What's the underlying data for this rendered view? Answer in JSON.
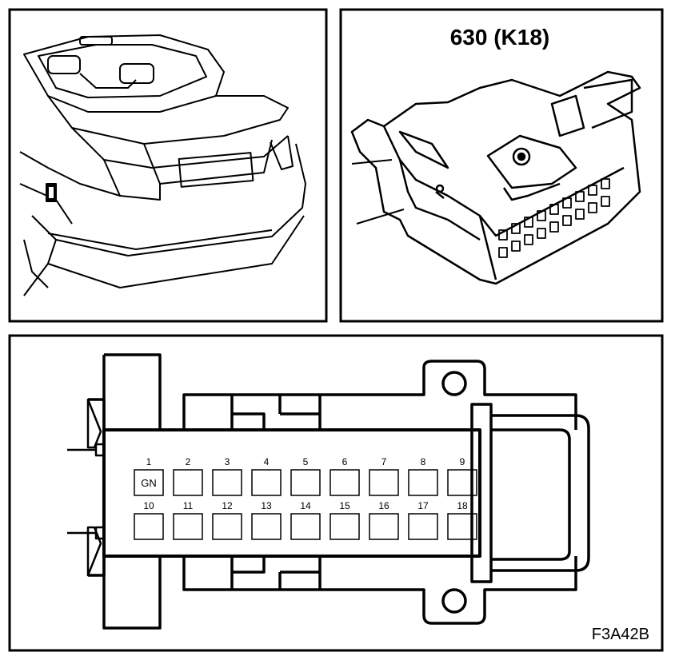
{
  "connector": {
    "title": "630 (K18)"
  },
  "pins": [
    {
      "number": "1",
      "wire": "GN"
    },
    {
      "number": "2",
      "wire": ""
    },
    {
      "number": "3",
      "wire": ""
    },
    {
      "number": "4",
      "wire": ""
    },
    {
      "number": "5",
      "wire": ""
    },
    {
      "number": "6",
      "wire": ""
    },
    {
      "number": "7",
      "wire": ""
    },
    {
      "number": "8",
      "wire": ""
    },
    {
      "number": "9",
      "wire": ""
    },
    {
      "number": "10",
      "wire": ""
    },
    {
      "number": "11",
      "wire": ""
    },
    {
      "number": "12",
      "wire": ""
    },
    {
      "number": "13",
      "wire": ""
    },
    {
      "number": "14",
      "wire": ""
    },
    {
      "number": "15",
      "wire": ""
    },
    {
      "number": "16",
      "wire": ""
    },
    {
      "number": "17",
      "wire": ""
    },
    {
      "number": "18",
      "wire": ""
    }
  ],
  "figure_code": "F3A42B",
  "colors": {
    "ink": "#000000",
    "paper": "#ffffff"
  }
}
